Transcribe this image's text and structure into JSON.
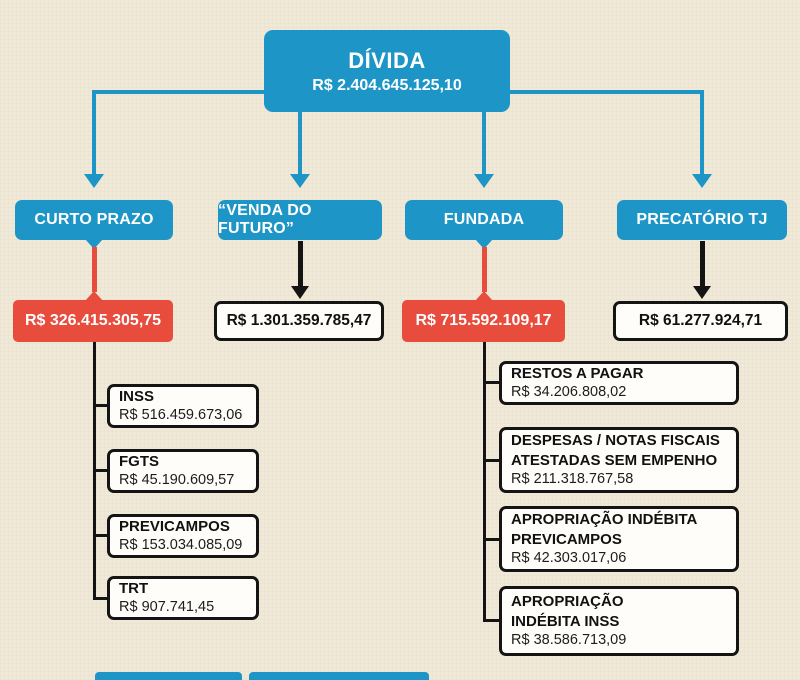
{
  "colors": {
    "blue": "#1d95c6",
    "red": "#e74c3c",
    "background": "#f0e9d8",
    "box_border": "#141414"
  },
  "root": {
    "title": "DÍVIDA",
    "value": "R$ 2.404.645.125,10"
  },
  "branches": [
    {
      "label": "CURTO PRAZO",
      "value": "R$ 326.415.305,75",
      "value_box": "red",
      "children": [
        {
          "name": "INSS",
          "value": "R$ 516.459.673,06"
        },
        {
          "name": "FGTS",
          "value": "R$ 45.190.609,57"
        },
        {
          "name": "PREVICAMPOS",
          "value": "R$ 153.034.085,09"
        },
        {
          "name": "TRT",
          "value": "R$ 907.741,45"
        }
      ]
    },
    {
      "label": "“VENDA DO FUTURO”",
      "value": "R$ 1.301.359.785,47",
      "value_box": "white",
      "children": []
    },
    {
      "label": "FUNDADA",
      "value": "R$ 715.592.109,17",
      "value_box": "red",
      "children": [
        {
          "name": "RESTOS A PAGAR",
          "value": "R$ 34.206.808,02"
        },
        {
          "name": "DESPESAS / NOTAS FISCAIS\nATESTADAS SEM EMPENHO",
          "value": "R$ 211.318.767,58"
        },
        {
          "name": "APROPRIAÇÃO INDÉBITA\nPREVICAMPOS",
          "value": "R$ 42.303.017,06"
        },
        {
          "name": "APROPRIAÇÃO\nINDÉBITA INSS",
          "value": "R$ 38.586.713,09"
        }
      ]
    },
    {
      "label": "PRECATÓRIO TJ",
      "value": "R$ 61.277.924,71",
      "value_box": "white",
      "children": []
    }
  ]
}
